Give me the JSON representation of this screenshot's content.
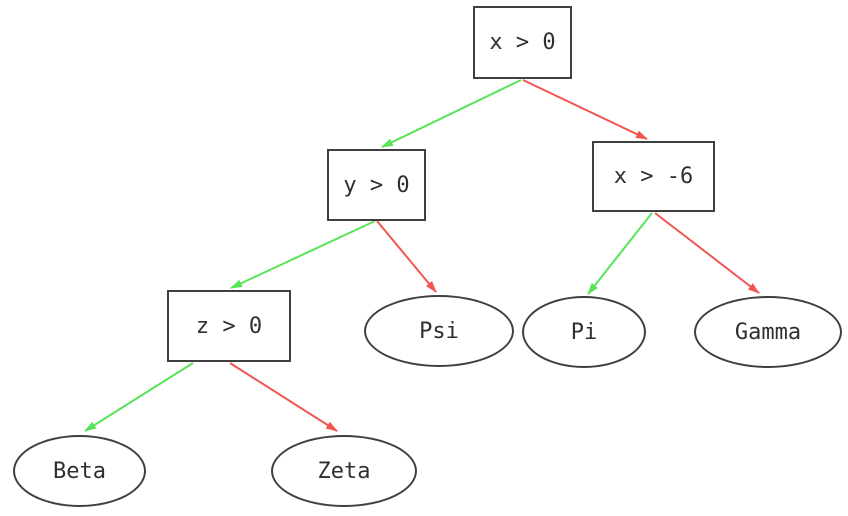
{
  "diagram": {
    "type": "decision-tree",
    "background_color": "#ffffff",
    "colors": {
      "true_edge": "#57e457",
      "false_edge": "#f25550",
      "node_border": "#3f3f3f",
      "node_text": "#2f2f2f"
    },
    "nodes": {
      "root": {
        "label": "x > 0",
        "shape": "box"
      },
      "y0": {
        "label": "y > 0",
        "shape": "box"
      },
      "xm6": {
        "label": "x > -6",
        "shape": "box"
      },
      "z0": {
        "label": "z > 0",
        "shape": "box"
      },
      "psi": {
        "label": "Psi",
        "shape": "ellipse"
      },
      "pi": {
        "label": "Pi",
        "shape": "ellipse"
      },
      "gamma": {
        "label": "Gamma",
        "shape": "ellipse"
      },
      "beta": {
        "label": "Beta",
        "shape": "ellipse"
      },
      "zeta": {
        "label": "Zeta",
        "shape": "ellipse"
      }
    },
    "edges": [
      {
        "from": "x > 0",
        "to": "y > 0",
        "branch": "true",
        "color": "#57e457"
      },
      {
        "from": "x > 0",
        "to": "x > -6",
        "branch": "false",
        "color": "#f25550"
      },
      {
        "from": "y > 0",
        "to": "z > 0",
        "branch": "true",
        "color": "#57e457"
      },
      {
        "from": "y > 0",
        "to": "Psi",
        "branch": "false",
        "color": "#f25550"
      },
      {
        "from": "x > -6",
        "to": "Pi",
        "branch": "true",
        "color": "#57e457"
      },
      {
        "from": "x > -6",
        "to": "Gamma",
        "branch": "false",
        "color": "#f25550"
      },
      {
        "from": "z > 0",
        "to": "Beta",
        "branch": "true",
        "color": "#57e457"
      },
      {
        "from": "z > 0",
        "to": "Zeta",
        "branch": "false",
        "color": "#f25550"
      }
    ]
  }
}
